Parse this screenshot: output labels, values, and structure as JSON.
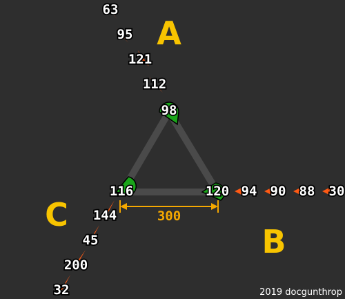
{
  "roads": {
    "a_label": "A",
    "b_label": "B",
    "c_label": "C"
  },
  "nodes": {
    "top": "98",
    "bottom_left": "116",
    "bottom_right": "120"
  },
  "queues": {
    "a": [
      "63",
      "95",
      "121",
      "112"
    ],
    "b": [
      "94",
      "90",
      "88",
      "30"
    ],
    "c": [
      "144",
      "45",
      "200",
      "32"
    ]
  },
  "dimension": {
    "label": "300"
  },
  "credit": "2019 docgunthrop",
  "colors": {
    "background": "#2e2e2e",
    "track": "#4a4a4a",
    "node_fill": "#1aa51a",
    "queue_fill": "#ff5a14",
    "road_label": "#f8c400",
    "dimension": "#f5a800"
  }
}
